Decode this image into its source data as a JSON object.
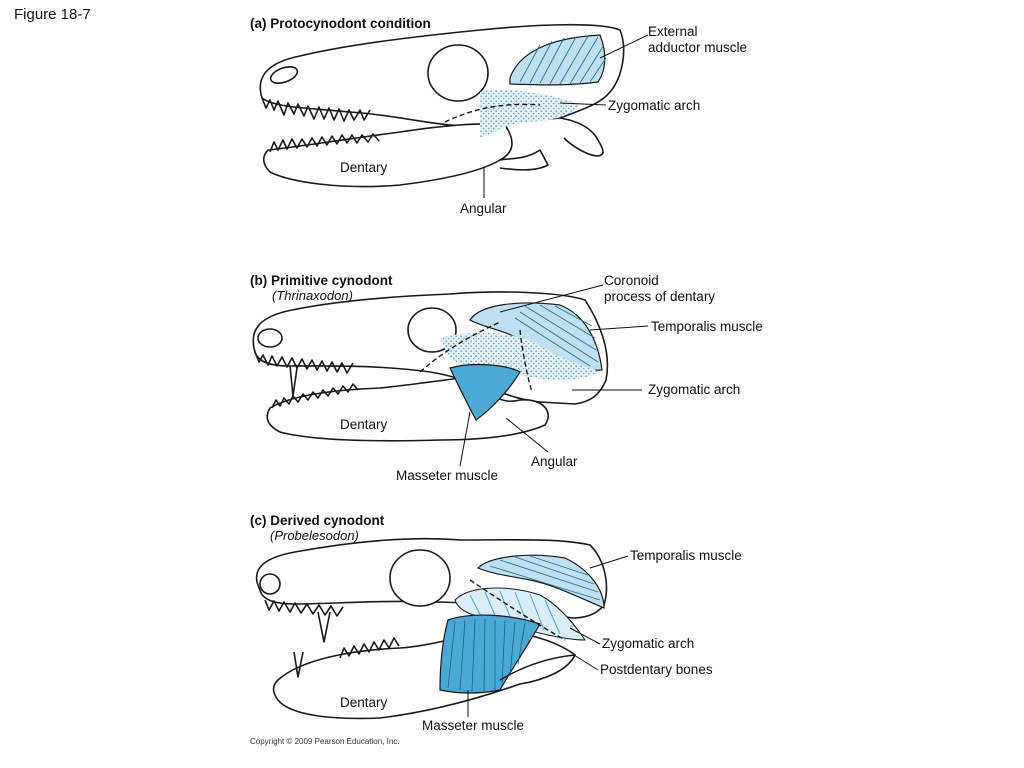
{
  "figure_label": "Figure 18-7",
  "copyright": "Copyright © 2009 Pearson Education, Inc.",
  "colors": {
    "muscle_blue": "#4aa8d4",
    "muscle_light": "#bfe0ef",
    "stipple": "#7fb4d6",
    "outline": "#1a1a1a"
  },
  "panels": [
    {
      "title": "(a) Protocynodont condition",
      "subtitle": "",
      "labels": {
        "external_adductor": [
          "External",
          "adductor muscle"
        ],
        "zygomatic_arch": "Zygomatic arch",
        "dentary": "Dentary",
        "angular": "Angular"
      }
    },
    {
      "title": "(b) Primitive cynodont",
      "subtitle": "(Thrinaxodon)",
      "labels": {
        "coronoid": [
          "Coronoid",
          "process of dentary"
        ],
        "temporalis": "Temporalis muscle",
        "zygomatic_arch": "Zygomatic arch",
        "dentary": "Dentary",
        "angular": "Angular",
        "masseter": "Masseter muscle"
      }
    },
    {
      "title": "(c) Derived cynodont",
      "subtitle": "(Probelesodon)",
      "labels": {
        "temporalis": "Temporalis muscle",
        "zygomatic_arch": "Zygomatic arch",
        "postdentary": "Postdentary bones",
        "dentary": "Dentary",
        "masseter": "Masseter muscle"
      }
    }
  ]
}
